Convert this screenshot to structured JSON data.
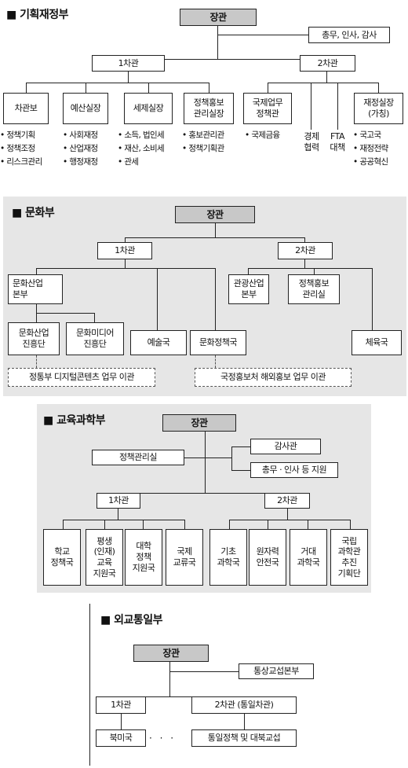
{
  "s1": {
    "title": "■ 기획재정부",
    "minister": "장관",
    "support": "총무, 인사, 감사",
    "vice1": "1차관",
    "vice2": "2차관",
    "offices": [
      "차관보",
      "예산실장",
      "세제실장",
      "정책홍보\n관리실장",
      "국제업무\n정책관",
      "재정실장\n(가칭)"
    ],
    "econ": "경제\n협력",
    "fta": "FTA\n대책",
    "bullets": [
      [
        "정책기획",
        "정책조정",
        "리스크관리"
      ],
      [
        "사회재정",
        "산업재정",
        "행정재정"
      ],
      [
        "소득, 법인세",
        "재산, 소비세",
        "관세"
      ],
      [
        "홍보관리관",
        "정책기획관"
      ],
      [
        "국제금융"
      ],
      [
        "국고국",
        "재정전략",
        "공공혁신"
      ]
    ]
  },
  "s2": {
    "title": "■ 문화부",
    "minister": "장관",
    "vice1": "1차관",
    "vice2": "2차관",
    "hq": "문화산업\n본부",
    "tourism": "관광산업\n본부",
    "policy_pr": "정책홍보\n관리실",
    "promo1": "문화산업\n진흥단",
    "promo2": "문화미디어\n진흥단",
    "arts": "예술국",
    "culture_policy": "문화정책국",
    "sports": "체육국",
    "note1": "정통부 디지털콘텐츠 업무 이관",
    "note2": "국정홍보처 해외홍보 업무 이관"
  },
  "s3": {
    "title": "■ 교육과학부",
    "minister": "장관",
    "audit": "감사관",
    "policy": "정책관리실",
    "support": "총무 · 인사 등 지원",
    "vice1": "1차관",
    "vice2": "2차관",
    "bureaus": [
      "학교\n정책국",
      "평생\n(인재)\n교육\n지원국",
      "대학\n정책\n지원국",
      "국제\n교류국",
      "기초\n과학국",
      "원자력\n안전국",
      "거대\n과학국",
      "국립\n과학관\n추진\n기획단"
    ]
  },
  "s4": {
    "title": "■ 외교통일부",
    "minister": "장관",
    "trade": "통상교섭본부",
    "vice1": "1차관",
    "vice2": "2차관 (통일차관)",
    "na": "북미국",
    "dots": "· · ·",
    "unif": "통일정책 및 대북교섭"
  }
}
